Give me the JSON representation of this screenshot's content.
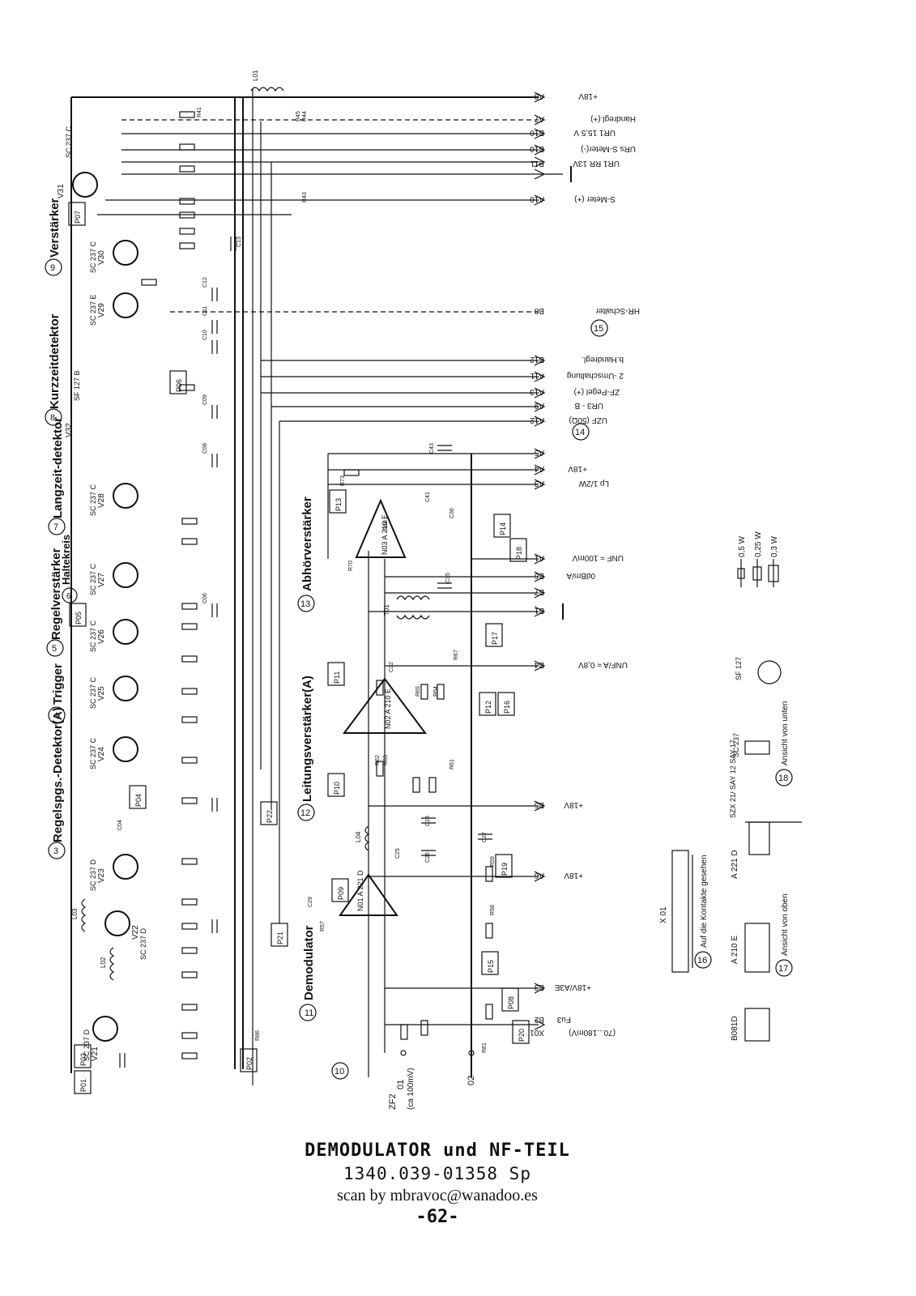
{
  "caption": {
    "title": "DEMODULATOR und NF-TEIL",
    "number": "1340.039-01358 Sp",
    "scan": "scan by mbravoc@wanadoo.es",
    "page": "-62-"
  },
  "blocks": [
    {
      "num": "3",
      "label": "Regelspgs.-Detektor(A)"
    },
    {
      "num": "4",
      "label": "Trigger"
    },
    {
      "num": "5",
      "label": "Regelverstärker"
    },
    {
      "num": "6",
      "label": "Haltekreis"
    },
    {
      "num": "7",
      "label": "Langzeit-detektor"
    },
    {
      "num": "8",
      "label": "Kurzzeitdetektor"
    },
    {
      "num": "9",
      "label": "Verstärker"
    },
    {
      "num": "10",
      "label": ""
    },
    {
      "num": "11",
      "label": "Demodulator"
    },
    {
      "num": "12",
      "label": "Leitungsverstärker(A)"
    },
    {
      "num": "13",
      "label": "Abhörverstärker"
    },
    {
      "num": "14",
      "label": ""
    },
    {
      "num": "15",
      "label": ""
    },
    {
      "num": "16",
      "label": "Auf die Kontakte gesehen"
    },
    {
      "num": "17",
      "label": "Ansicht von oben"
    },
    {
      "num": "18",
      "label": "Ansicht von unten"
    }
  ],
  "transistors": [
    "V21",
    "V22",
    "V23",
    "V24",
    "V25",
    "V26",
    "V27",
    "V28",
    "V29",
    "V30",
    "V31",
    "V32"
  ],
  "transistor_types": [
    "SC 237 D",
    "SC 237 D",
    "SC 237 D",
    "SC 237 C",
    "SC 237 C",
    "SC 237 C",
    "SC 237 C",
    "SC 237 C",
    "SC 237 E",
    "SC 237 C",
    "SC 237 C",
    "SF 127 B"
  ],
  "test_points": [
    "P01",
    "P03",
    "P02",
    "P04",
    "P05",
    "P06",
    "P07",
    "P08",
    "P09",
    "P10",
    "P11",
    "P12",
    "P13",
    "P14",
    "P15",
    "P16",
    "P17",
    "P18",
    "P19",
    "P20",
    "P21",
    "P22"
  ],
  "connectors_top": [
    {
      "pin": "A8",
      "label": "+18V"
    },
    {
      "pin": "A7",
      "label": "Handregl.(+)"
    },
    {
      "pin": "B10",
      "label": "UR1 15,5 V"
    },
    {
      "pin": "B10",
      "label": "URs S-Meter(-)"
    },
    {
      "pin": "B11",
      "label": "UR1 RR 13V"
    },
    {
      "pin": "A10",
      "label": "S-Meter (+)"
    },
    {
      "pin": "B8",
      "label": "HR-Schalter"
    },
    {
      "pin": "B12",
      "label": "b.Handregl."
    },
    {
      "pin": "A11",
      "label": "2 -Umschaltung"
    },
    {
      "pin": "A13",
      "label": "ZF-Pegel (+)"
    },
    {
      "pin": "A9",
      "label": "UR3 - B"
    },
    {
      "pin": "A12",
      "label": "UZF (50Ω)"
    }
  ],
  "connectors_bottom": [
    {
      "pin": "A5",
      "label": ""
    },
    {
      "pin": "A4",
      "label": "+18V"
    },
    {
      "pin": "A3",
      "label": "Lp 1/2W"
    },
    {
      "pin": "A1",
      "label": "UNF ≈ 100mV"
    },
    {
      "pin": "B6",
      "label": "0dBm/A"
    },
    {
      "pin": "B7",
      "label": ""
    },
    {
      "pin": "B1",
      "label": ""
    },
    {
      "pin": "B4",
      "label": "UNF/A ≈ 0,8V"
    },
    {
      "pin": "B5",
      "label": "+18V"
    },
    {
      "pin": "A6",
      "label": "+18V"
    },
    {
      "pin": "B3",
      "label": "+18V/A3E"
    },
    {
      "pin": "B2",
      "label": "Fu3"
    },
    {
      "pin": "X01",
      "label": "(70...180mV)"
    }
  ],
  "inputs": [
    {
      "pin": "ZF2",
      "label": "01"
    },
    {
      "pin": "",
      "label": "(ca 100mV)"
    },
    {
      "pin": "02",
      "label": ""
    }
  ],
  "ics": [
    "N01 A 221 D",
    "N02 A 210 E",
    "N03 A 210 E"
  ],
  "parts_legend": [
    {
      "symbol": "resistor-small",
      "label": "0,5 W"
    },
    {
      "symbol": "resistor-medium",
      "label": "0,25 W"
    },
    {
      "symbol": "resistor-large",
      "label": "0,3 W"
    }
  ],
  "package_labels": [
    "B081D",
    "A 210 E",
    "A 221 D",
    "SZX 21/ SAY 12 SAY 17",
    "SC 237",
    "SF 127",
    "X 01"
  ],
  "component_labels": [
    "L01",
    "L02",
    "L03",
    "L04",
    "T01",
    "R41",
    "R43",
    "R44",
    "R45",
    "C13",
    "C11",
    "C10",
    "C12",
    "C09",
    "C08",
    "C06",
    "C04",
    "C25",
    "C26",
    "C27",
    "C28",
    "C29",
    "C32",
    "C35",
    "C36",
    "C41",
    "C43",
    "R57",
    "R58",
    "R59",
    "R61",
    "R62",
    "R63",
    "R64",
    "R65",
    "R67",
    "R68",
    "R70",
    "R73",
    "R81",
    "R86"
  ]
}
